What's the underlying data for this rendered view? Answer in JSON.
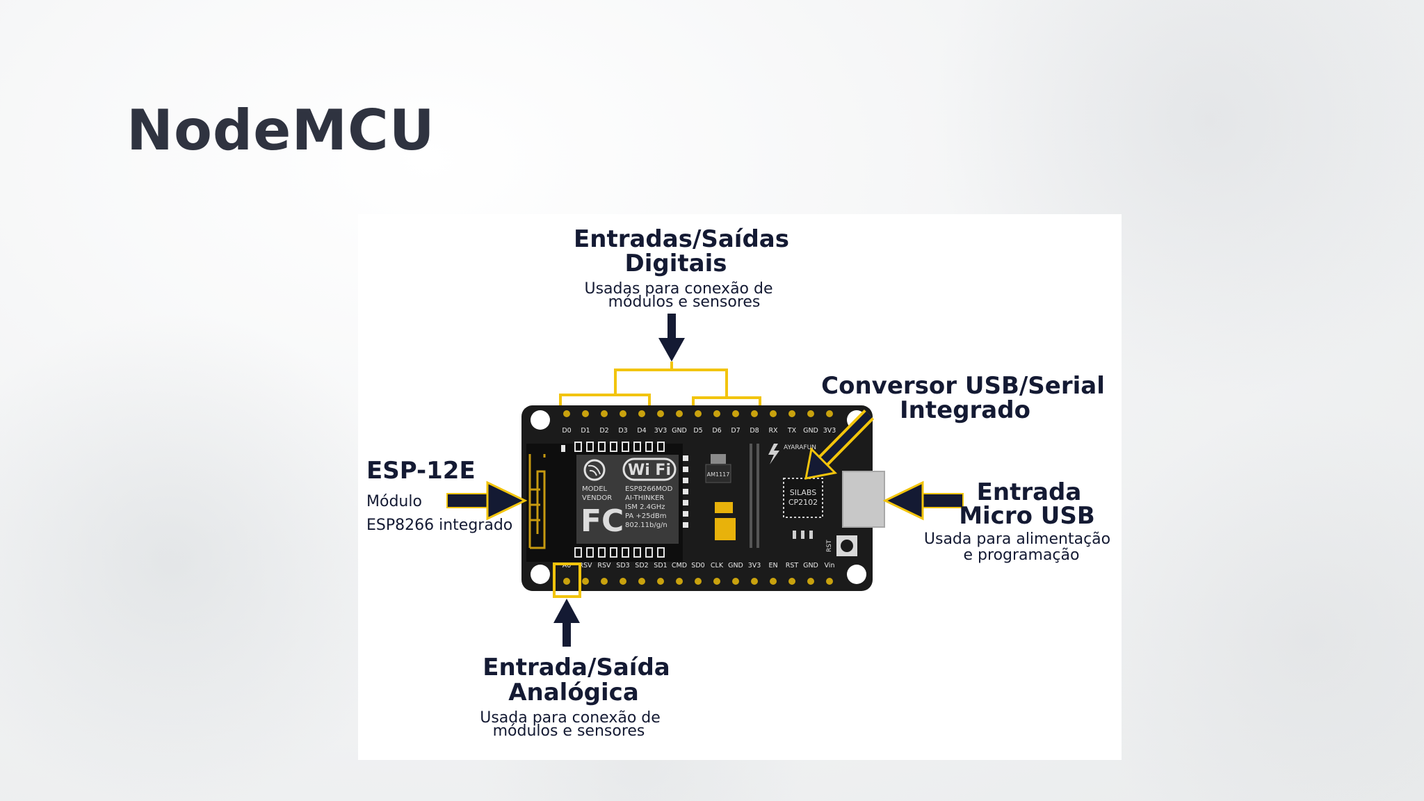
{
  "slide": {
    "title": "NodeMCU"
  },
  "labels": {
    "gpio_digital": {
      "title_line1": "Entradas/Saídas",
      "title_line2": "Digitais",
      "desc_line1": "Usadas para conexão de",
      "desc_line2": "módulos e sensores"
    },
    "usb_serial": {
      "title_line1": "Conversor USB/Serial",
      "title_line2": "Integrado"
    },
    "esp12e": {
      "title": "ESP-12E",
      "desc_line1": "Módulo",
      "desc_line2": "ESP8266 integrado"
    },
    "micro_usb": {
      "title_line1": "Entrada",
      "title_line2": "Micro USB",
      "desc_line1": "Usada para alimentação",
      "desc_line2": "e programação"
    },
    "analog": {
      "title_line1": "Entrada/Saída",
      "title_line2": "Analógica",
      "desc_line1": "Usada para conexão de",
      "desc_line2": "módulos e sensores"
    }
  },
  "board": {
    "top_pins": [
      "D0",
      "D1",
      "D2",
      "D3",
      "D4",
      "3V3",
      "GND",
      "D5",
      "D6",
      "D7",
      "D8",
      "RX",
      "TX",
      "GND",
      "3V3"
    ],
    "bottom_pins": [
      "A0",
      "RSV",
      "RSV",
      "SD3",
      "SD2",
      "SD1",
      "CMD",
      "SD0",
      "CLK",
      "GND",
      "3V3",
      "EN",
      "RST",
      "GND",
      "Vin"
    ],
    "module": {
      "wifi": "Wi Fi",
      "model": "MODEL",
      "vendor": "VENDOR",
      "spec1": "ESP8266MOD",
      "spec2": "AI-THINKER",
      "spec3": "ISM 2.4GHz",
      "spec4": "PA +25dBm",
      "spec5": "802.11b/g/n",
      "fc": "FC"
    },
    "regulator": "AM1117",
    "brand": "AYARAFUN",
    "usb_chip_line1": "SILABS",
    "usb_chip_line2": "CP2102",
    "rst_label": "RST",
    "colors": {
      "pcb": "#1b1b1b",
      "highlight": "#f2c40c",
      "arrow": "#141a33",
      "usb_port": "#c8c8c8"
    }
  }
}
